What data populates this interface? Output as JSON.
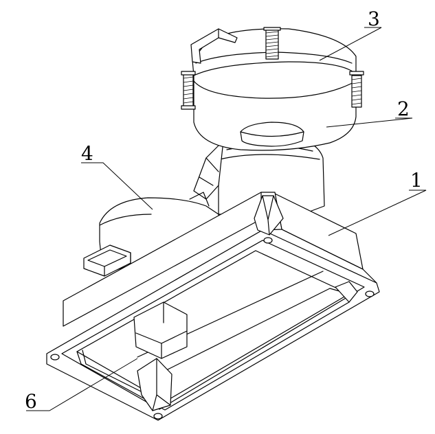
{
  "figure": {
    "labels": {
      "l1": "1",
      "l2": "2",
      "l3": "3",
      "l4": "4",
      "l6": "6"
    }
  }
}
